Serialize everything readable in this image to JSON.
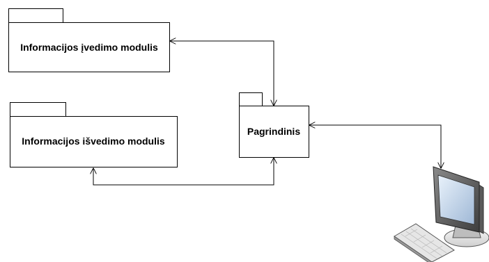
{
  "diagram": {
    "packages": [
      {
        "id": "input_module",
        "label": "Informacijos įvedimo modulis"
      },
      {
        "id": "output_module",
        "label": "Informacijos išvedimo modulis"
      },
      {
        "id": "main",
        "label": "Pagrindinis"
      }
    ],
    "connections": [
      {
        "from": "main",
        "to": "input_module",
        "type": "bidirectional"
      },
      {
        "from": "main",
        "to": "output_module",
        "type": "bidirectional"
      },
      {
        "from": "main",
        "to": "computer",
        "type": "bidirectional"
      }
    ],
    "actor_icon": "computer-workstation-icon"
  }
}
